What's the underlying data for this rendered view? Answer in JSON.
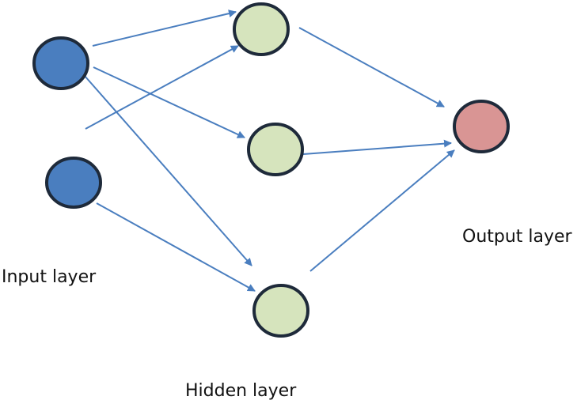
{
  "labels": {
    "input_layer": "Input layer",
    "hidden_layer": "Hidden layer",
    "output_layer": "Output layer"
  },
  "colors": {
    "input_node_fill": "#4a7ebf",
    "hidden_node_fill": "#d6e4bd",
    "output_node_fill": "#d99594",
    "node_stroke": "#1e2a3a",
    "edge_color": "#4a7ebf"
  },
  "nodes": [
    {
      "id": "input-1",
      "layer": "input"
    },
    {
      "id": "input-2",
      "layer": "input"
    },
    {
      "id": "hidden-1",
      "layer": "hidden"
    },
    {
      "id": "hidden-2",
      "layer": "hidden"
    },
    {
      "id": "hidden-3",
      "layer": "hidden"
    },
    {
      "id": "output-1",
      "layer": "output"
    }
  ],
  "edges": [
    {
      "from": "input-1",
      "to": "hidden-1"
    },
    {
      "from": "input-1",
      "to": "hidden-2"
    },
    {
      "from": "input-1",
      "to": "hidden-3"
    },
    {
      "from": "input-2",
      "to": "hidden-1"
    },
    {
      "from": "input-2",
      "to": "hidden-3"
    },
    {
      "from": "hidden-1",
      "to": "output-1"
    },
    {
      "from": "hidden-2",
      "to": "output-1"
    },
    {
      "from": "hidden-3",
      "to": "output-1"
    }
  ]
}
